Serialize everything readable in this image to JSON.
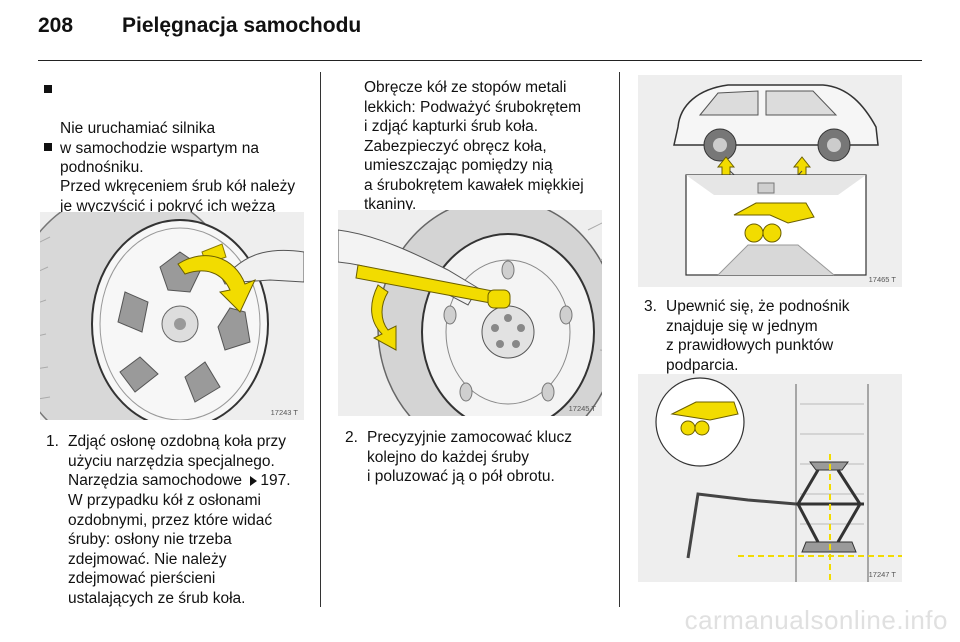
{
  "header": {
    "page_number": "208",
    "title": "Pielęgnacja samochodu"
  },
  "col1": {
    "bullets": [
      "Nie uruchamiać silnika\nw samochodzie wspartym na\npodnośniku.",
      "Przed wkręceniem śrub kół należy\nje wyczyścić i pokryć ich wężzą\nczęść cienką warstwą\npowszechnie dostępnego smaru."
    ],
    "figure_code": "17243 T",
    "step1": {
      "number": "1.",
      "text": "Zdjąć osłonę ozdobną koła przy\nużyciu narzędzia specjalnego.\nNarzędzia samochodowe",
      "ref_icon": "arrow-ref-icon",
      "ref_page": "197."
    },
    "step1_note": "W przypadku kół z osłonami\nozdobnymi, przez które widać\nśruby: osłony nie trzeba\nzdejmować. Nie należy\nzdejmować pierścieni\nustalających ze śrub koła."
  },
  "col2": {
    "intro": "Obręcze kół ze stopów metali\nlekkich: Podważyć śrubokrętem\ni zdjąć kapturki śrub koła.\nZabezpieczyć obręcz koła,\numieszczając pomiędzy nią\na śrubokrętem kawałek miękkiej\ntkaniny.",
    "figure_code": "17245 T",
    "step2": {
      "number": "2.",
      "text": "Precyzyjnie zamocować klucz\nkolejno do każdej śruby\ni poluzować ją o pół obrotu."
    }
  },
  "col3": {
    "figure1_code": "17465 T",
    "step3": {
      "number": "3.",
      "text": "Upewnić się, że podnośnik\nznajduje się w jednym\nz prawidłowych punktów\npodparcia."
    },
    "figure2_code": "17247 T"
  },
  "watermark": "carmanualsonline.info",
  "colors": {
    "accent_yellow": "#f2dc00",
    "figure_bg": "#eeeeee"
  }
}
